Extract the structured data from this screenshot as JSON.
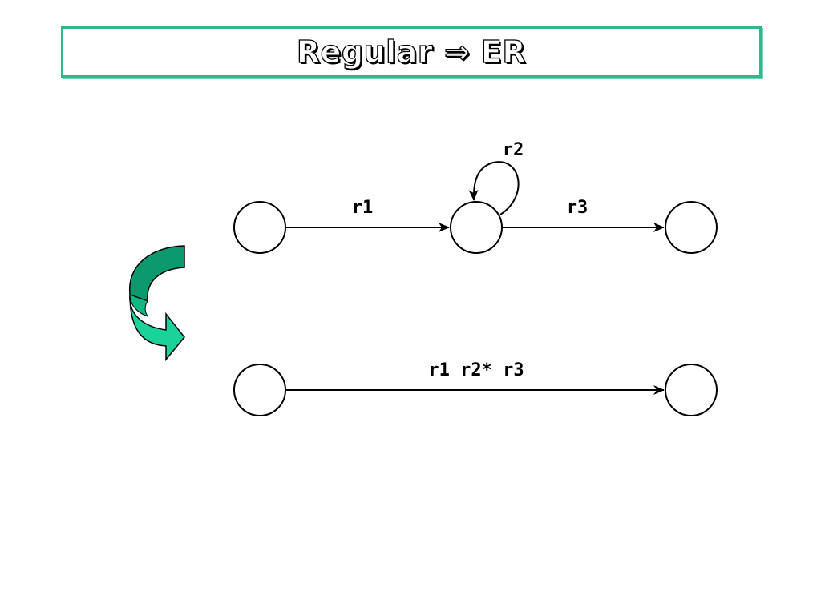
{
  "slide": {
    "title_left": "Regular",
    "title_arrow": "⇒",
    "title_right": "ER"
  },
  "top_automaton": {
    "loop_label": "r2",
    "edge1_label": "r1",
    "edge2_label": "r3"
  },
  "bottom_automaton": {
    "edge_label": "r1 r2* r3"
  },
  "colors": {
    "title_border": "#2fb88a",
    "arrow_dark": "#0b9a6e",
    "arrow_light": "#19d39a"
  }
}
